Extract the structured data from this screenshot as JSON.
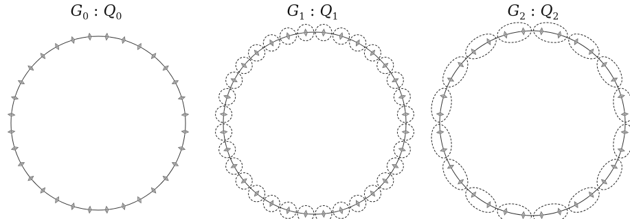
{
  "panels": [
    {
      "G": "G",
      "Q": "Q",
      "index": "0",
      "nodes": 32,
      "cluster_size": 0
    },
    {
      "G": "G",
      "Q": "Q",
      "index": "1",
      "nodes": 32,
      "cluster_size": 1
    },
    {
      "G": "G",
      "Q": "Q",
      "index": "2",
      "nodes": 32,
      "cluster_size": 2
    }
  ],
  "colors": {
    "ring": "#333333",
    "node": "#666666",
    "cluster": "#222222",
    "background": "#ffffff"
  }
}
